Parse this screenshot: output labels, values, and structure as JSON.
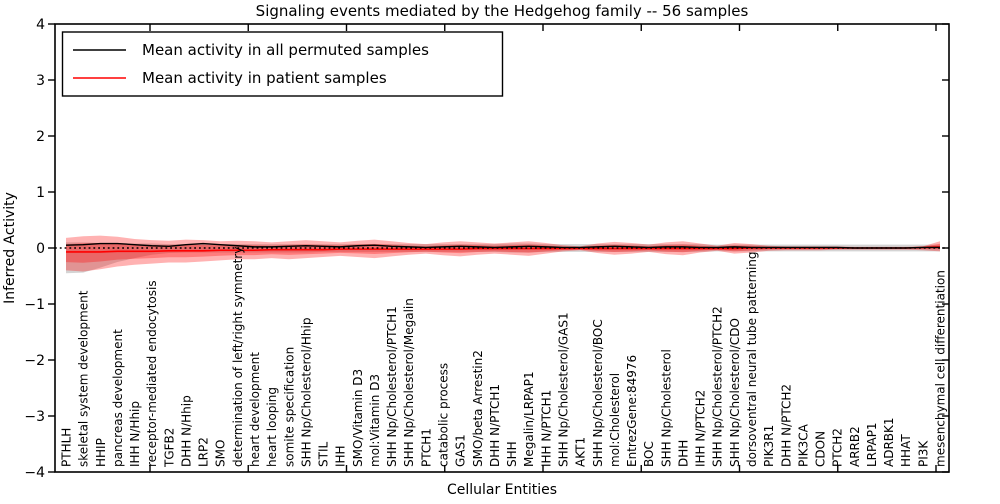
{
  "figure": {
    "title": "Signaling events mediated by the Hedgehog family -- 56 samples",
    "xlabel": "Cellular Entities",
    "ylabel": "Inferred Activity"
  },
  "legend": {
    "position": "upper left",
    "entries": [
      {
        "label": "Mean activity in all permuted samples",
        "color": "#000000"
      },
      {
        "label": "Mean activity in patient samples",
        "color": "#ff0000"
      }
    ]
  },
  "chart_data": {
    "type": "line",
    "title": "Signaling events mediated by the Hedgehog family -- 56 samples",
    "xlabel": "Cellular Entities",
    "ylabel": "Inferred Activity",
    "ylim": [
      -4,
      4
    ],
    "yticks": [
      4,
      3,
      2,
      1,
      0,
      -1,
      -2,
      -3,
      -4
    ],
    "grid": false,
    "legend_position": "upper left",
    "x_tick_label_rotation": 90,
    "categories": [
      "PTHLH",
      "skeletal system development",
      "HHIP",
      "pancreas development",
      "IHH N/Hhip",
      "receptor-mediated endocytosis",
      "TGFB2",
      "DHH N/Hhip",
      "LRP2",
      "SMO",
      "determination of left/right symmetry",
      "heart development",
      "heart looping",
      "somite specification",
      "SHH Np/Cholesterol/Hhip",
      "STIL",
      "IHH",
      "SMO/Vitamin D3",
      "mol:Vitamin D3",
      "SHH Np/Cholesterol/PTCH1",
      "SHH Np/Cholesterol/Megalin",
      "PTCH1",
      "catabolic process",
      "GAS1",
      "SMO/beta Arrestin2",
      "DHH N/PTCH1",
      "SHH",
      "Megalin/LRPAP1",
      "IHH N/PTCH1",
      "SHH Np/Cholesterol/GAS1",
      "AKT1",
      "SHH Np/Cholesterol/BOC",
      "mol:Cholesterol",
      "EntrezGene:84976",
      "BOC",
      "SHH Np/Cholesterol",
      "DHH",
      "IHH N/PTCH2",
      "SHH Np/Cholesterol/PTCH2",
      "SHH Np/Cholesterol/CDO",
      "dorsoventral neural tube patterning",
      "PIK3R1",
      "DHH N/PTCH2",
      "PIK3CA",
      "CDON",
      "PTCH2",
      "ARRB2",
      "LRPAP1",
      "ADRBK1",
      "HHAT",
      "PI3K",
      "mesenchymal cell differentiation"
    ],
    "series": [
      {
        "name": "Mean activity in all permuted samples",
        "color": "#000000",
        "width": 1.4,
        "values": [
          0.05,
          0.06,
          0.08,
          0.08,
          0.06,
          0.04,
          0.03,
          0.06,
          0.08,
          0.06,
          0.04,
          0.02,
          0.02,
          0.03,
          0.04,
          0.03,
          0.02,
          0.04,
          0.05,
          0.03,
          0.02,
          0.01,
          0.02,
          0.03,
          0.02,
          0.01,
          0.02,
          0.03,
          0.02,
          0.01,
          0.01,
          0.02,
          0.03,
          0.02,
          0.01,
          0.02,
          0.02,
          0.01,
          0.01,
          0.02,
          0.01,
          0.01,
          0.01,
          0.01,
          0.01,
          0.01,
          0.0,
          0.0,
          0.0,
          0.0,
          0.01,
          0.01
        ]
      },
      {
        "name": "Mean activity in patient samples",
        "color": "#ff0000",
        "width": 1.6,
        "values": [
          -0.07,
          -0.07,
          -0.07,
          -0.06,
          -0.06,
          -0.06,
          -0.05,
          -0.05,
          -0.05,
          -0.04,
          -0.04,
          -0.04,
          -0.03,
          -0.03,
          -0.03,
          -0.03,
          -0.02,
          -0.02,
          -0.02,
          -0.02,
          -0.02,
          -0.02,
          -0.02,
          -0.02,
          -0.01,
          -0.01,
          -0.01,
          -0.01,
          -0.01,
          -0.01,
          -0.01,
          -0.01,
          -0.01,
          -0.01,
          -0.01,
          -0.01,
          -0.01,
          -0.01,
          -0.01,
          -0.01,
          0.0,
          0.0,
          0.0,
          0.0,
          0.0,
          0.0,
          0.0,
          0.0,
          0.0,
          0.0,
          0.01,
          0.02
        ]
      }
    ],
    "bands": [
      {
        "name": "permuted-samples-std-band",
        "color": "#d4d4d4",
        "opacity": 1,
        "upper": [
          0.1,
          0.1,
          0.09,
          0.08,
          0.08,
          0.08,
          0.07,
          0.07,
          0.07,
          0.07,
          0.07,
          0.07,
          0.07,
          0.07,
          0.07,
          0.07,
          0.07,
          0.07,
          0.07,
          0.07,
          0.07,
          0.07,
          0.07,
          0.07,
          0.07,
          0.07,
          0.08,
          0.08,
          0.07,
          0.07,
          0.07,
          0.07,
          0.07,
          0.07,
          0.07,
          0.07,
          0.07,
          0.07,
          0.06,
          0.06,
          0.06,
          0.06,
          0.06,
          0.06,
          0.06,
          0.06,
          0.06,
          0.06,
          0.06,
          0.06,
          0.06,
          0.06
        ],
        "lower": [
          -0.45,
          -0.44,
          -0.35,
          -0.25,
          -0.18,
          -0.12,
          -0.09,
          -0.08,
          -0.08,
          -0.08,
          -0.08,
          -0.08,
          -0.08,
          -0.08,
          -0.08,
          -0.07,
          -0.07,
          -0.07,
          -0.07,
          -0.07,
          -0.07,
          -0.07,
          -0.07,
          -0.07,
          -0.07,
          -0.07,
          -0.08,
          -0.08,
          -0.07,
          -0.07,
          -0.07,
          -0.07,
          -0.07,
          -0.07,
          -0.07,
          -0.07,
          -0.07,
          -0.07,
          -0.06,
          -0.06,
          -0.06,
          -0.06,
          -0.06,
          -0.06,
          -0.06,
          -0.06,
          -0.06,
          -0.06,
          -0.06,
          -0.06,
          -0.06,
          -0.06
        ]
      },
      {
        "name": "patient-samples-std-outer-band",
        "color": "#ff0000",
        "opacity": 0.3,
        "upper": [
          0.18,
          0.21,
          0.22,
          0.2,
          0.16,
          0.14,
          0.13,
          0.15,
          0.14,
          0.12,
          0.13,
          0.12,
          0.1,
          0.12,
          0.14,
          0.12,
          0.1,
          0.13,
          0.15,
          0.12,
          0.09,
          0.07,
          0.1,
          0.12,
          0.1,
          0.08,
          0.1,
          0.12,
          0.09,
          0.05,
          0.03,
          0.08,
          0.11,
          0.09,
          0.06,
          0.1,
          0.12,
          0.08,
          0.04,
          0.09,
          0.07,
          0.04,
          0.03,
          0.03,
          0.03,
          0.03,
          0.02,
          0.02,
          0.02,
          0.02,
          0.03,
          0.12
        ],
        "lower": [
          -0.4,
          -0.42,
          -0.38,
          -0.33,
          -0.3,
          -0.28,
          -0.26,
          -0.26,
          -0.24,
          -0.22,
          -0.2,
          -0.2,
          -0.18,
          -0.2,
          -0.18,
          -0.16,
          -0.14,
          -0.16,
          -0.18,
          -0.15,
          -0.12,
          -0.1,
          -0.13,
          -0.15,
          -0.12,
          -0.1,
          -0.12,
          -0.14,
          -0.1,
          -0.06,
          -0.04,
          -0.09,
          -0.12,
          -0.1,
          -0.07,
          -0.11,
          -0.13,
          -0.08,
          -0.05,
          -0.1,
          -0.08,
          -0.05,
          -0.04,
          -0.04,
          -0.04,
          -0.03,
          -0.03,
          -0.03,
          -0.03,
          -0.03,
          -0.04,
          -0.06
        ]
      },
      {
        "name": "patient-samples-std-inner-band",
        "color": "#ff0000",
        "opacity": 0.3,
        "scale_of": "patient-samples-std-outer-band",
        "scale": 0.55,
        "center_series": "Mean activity in patient samples"
      }
    ],
    "zero_line": {
      "y": 0,
      "style": "dotted",
      "color": "#000000"
    }
  }
}
